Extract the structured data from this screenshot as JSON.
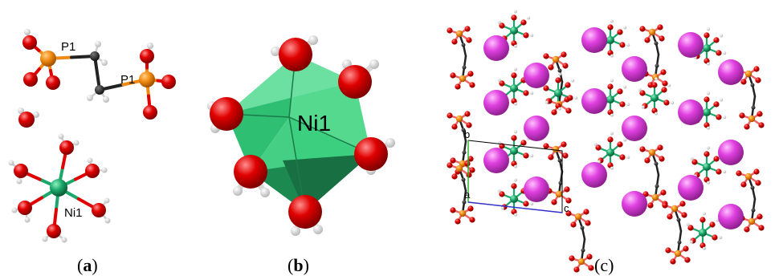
{
  "figure": {
    "panels": [
      {
        "id": "a",
        "label_open": "(",
        "label_letter": "a",
        "label_close": ")",
        "atom_labels": [
          "P1",
          "P1",
          "Ni1"
        ]
      },
      {
        "id": "b",
        "label_open": "(",
        "label_letter": "b",
        "label_close": ")",
        "atom_labels": [
          "Ni1"
        ]
      },
      {
        "id": "c",
        "label_text": "(c)",
        "axis_labels": {
          "b": "b",
          "a": "a",
          "c": "c"
        }
      }
    ]
  },
  "colors": {
    "oxygen": "#e00000",
    "hydrogen": "#f0f0f0",
    "phosphorus": "#f08a10",
    "carbon": "#222222",
    "nickel": "#1aa86a",
    "cation": "#e040e0",
    "octahedron_light": "#4fd48a",
    "octahedron_dark": "#1c8a50",
    "axis_b": "#20b020",
    "axis_c": "#3030d0"
  },
  "icons": [
    "molecule-diagram",
    "octahedron-diagram",
    "crystal-packing-diagram"
  ]
}
